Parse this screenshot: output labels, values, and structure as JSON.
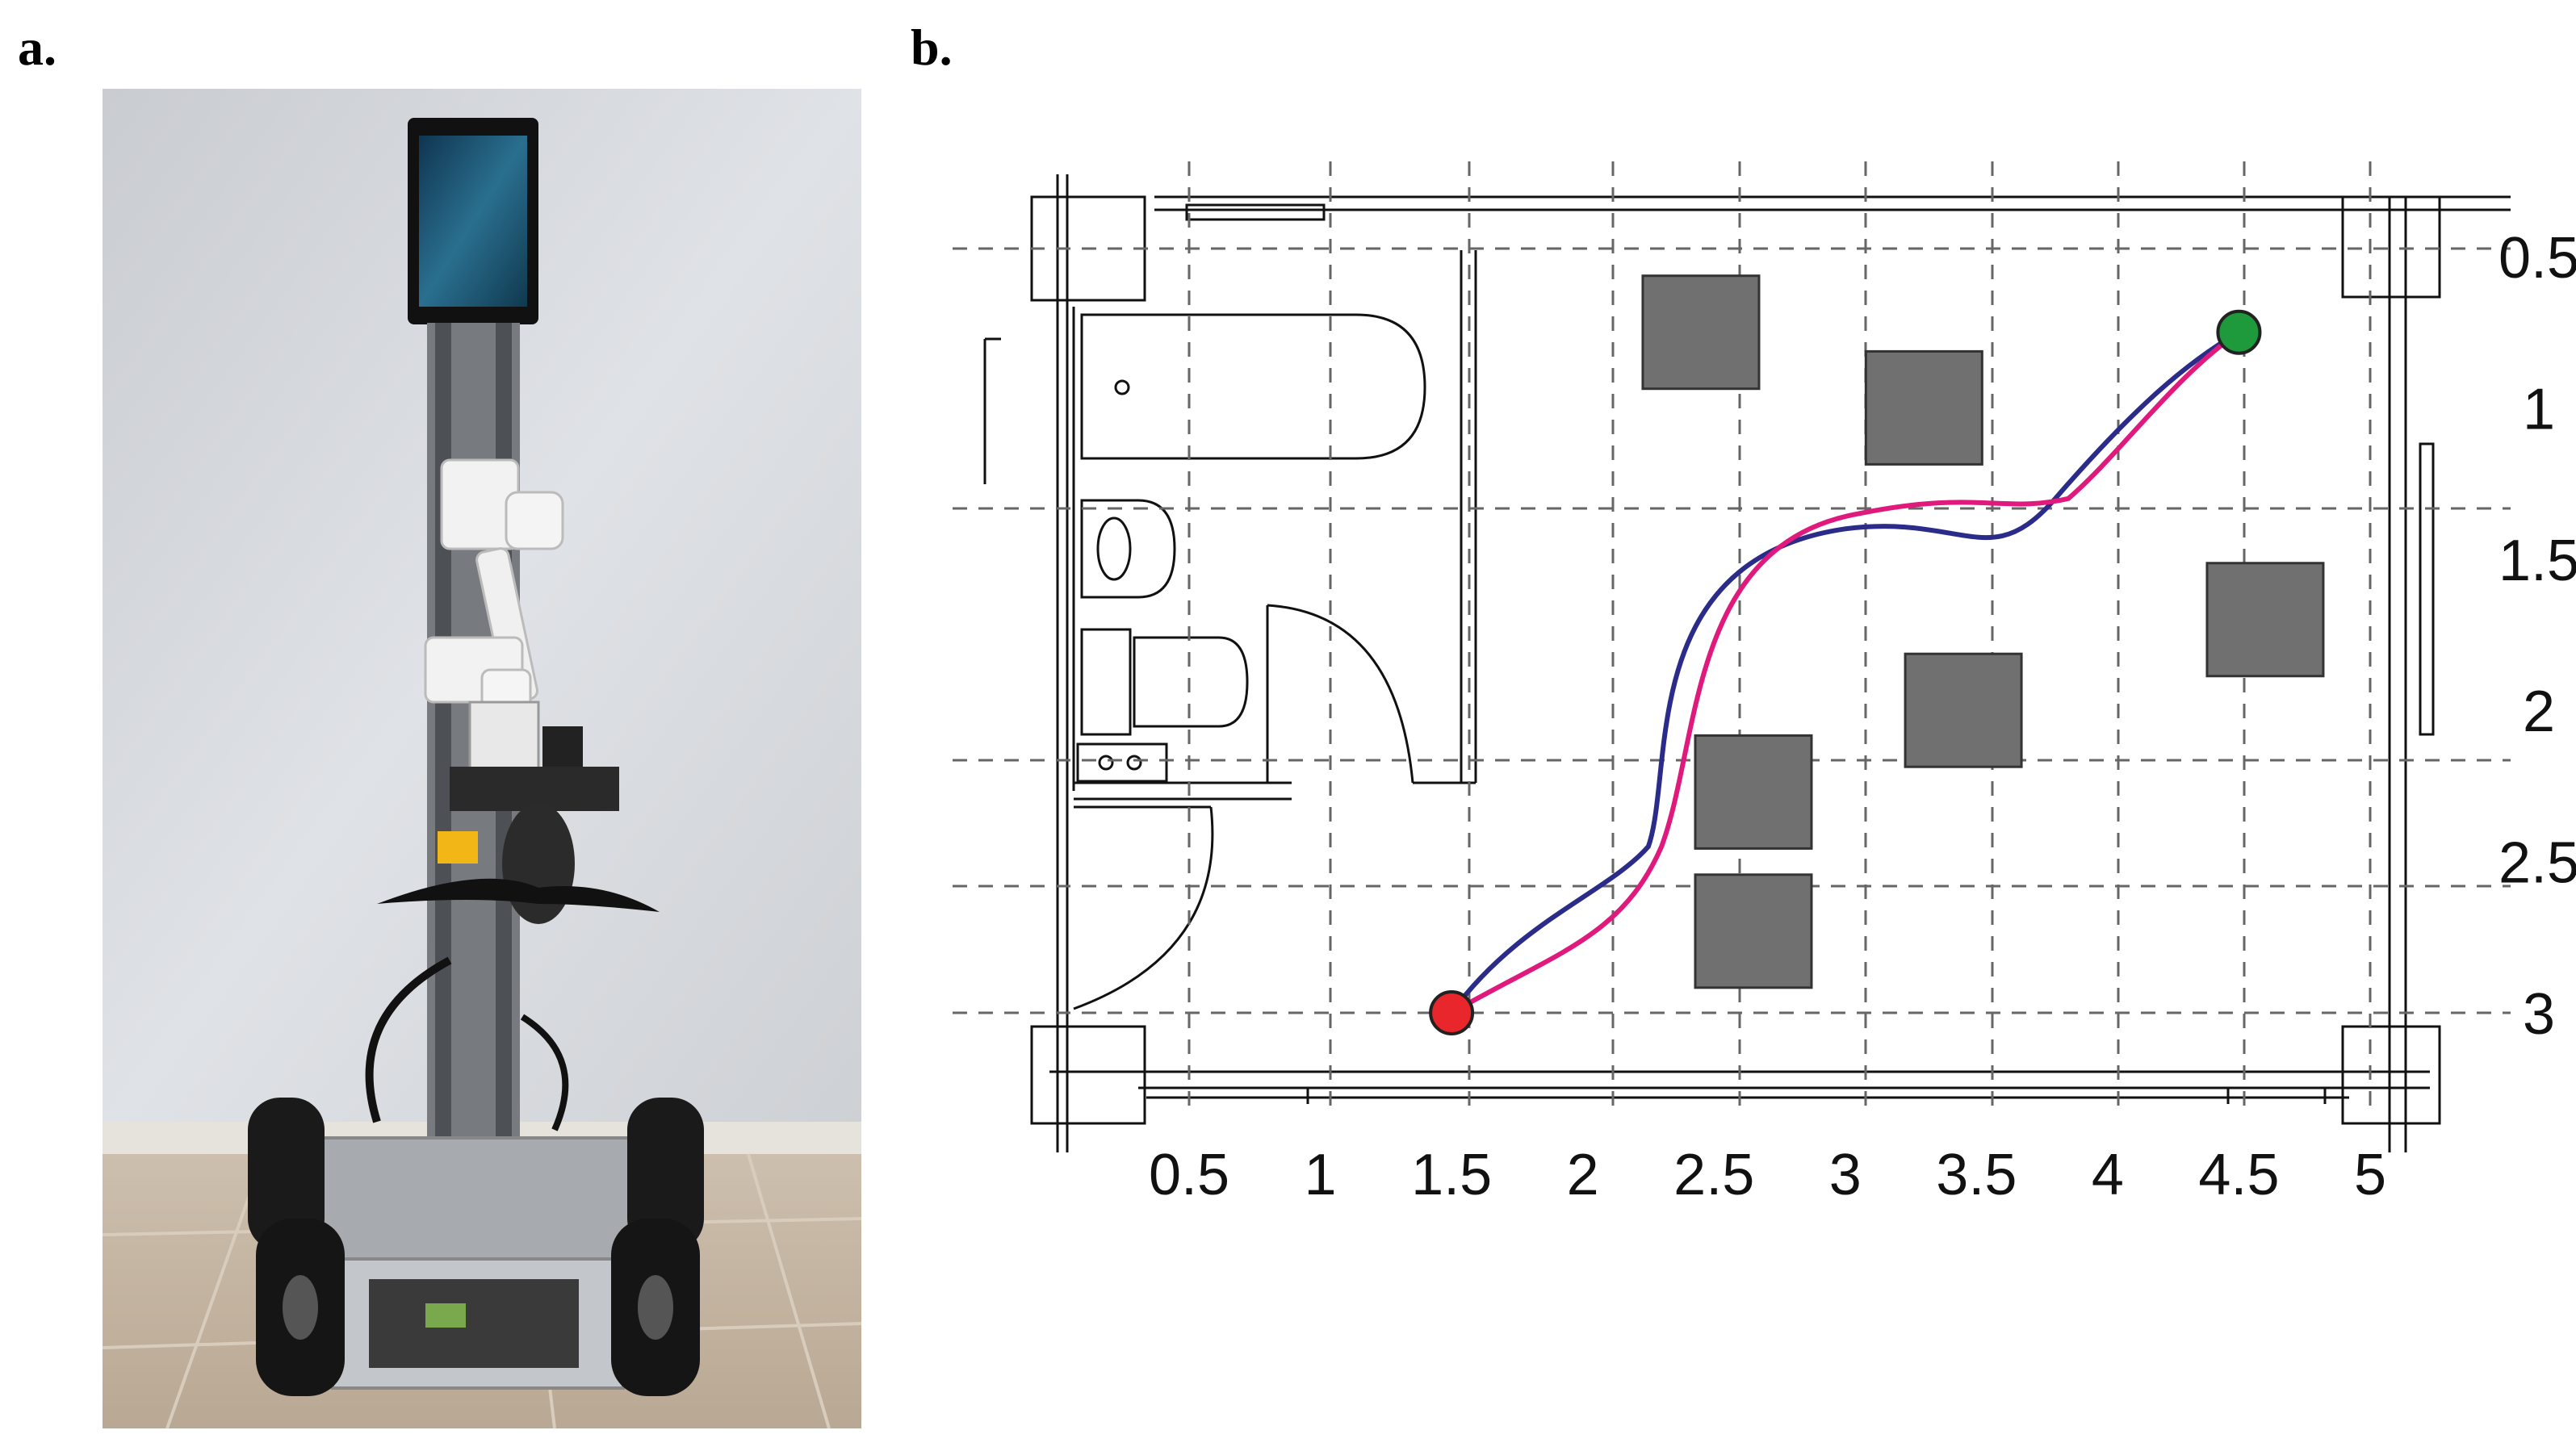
{
  "panels": {
    "a_label": "a.",
    "b_label": "b."
  },
  "plan": {
    "x_ticks": [
      "0.5",
      "1",
      "1.5",
      "2",
      "2.5",
      "3",
      "3.5",
      "4",
      "4.5",
      "5"
    ],
    "y_ticks": [
      "0.5",
      "1",
      "1.5",
      "2",
      "2.5",
      "3"
    ],
    "colors": {
      "path_a": "#2b2b8a",
      "path_b": "#e0197d",
      "start": "#e8262b",
      "goal": "#1e9a3c",
      "obstacle": "#707070"
    },
    "start_point": {
      "x": 1.5,
      "y": 3.0
    },
    "goal_point": {
      "x": 4.5,
      "y": 0.75
    },
    "obstacles": [
      {
        "x": 2.45,
        "y": 0.75
      },
      {
        "x": 3.3,
        "y": 1.0
      },
      {
        "x": 4.6,
        "y": 1.7
      },
      {
        "x": 3.45,
        "y": 2.0
      },
      {
        "x": 2.65,
        "y": 2.27
      },
      {
        "x": 2.65,
        "y": 2.73
      }
    ]
  }
}
